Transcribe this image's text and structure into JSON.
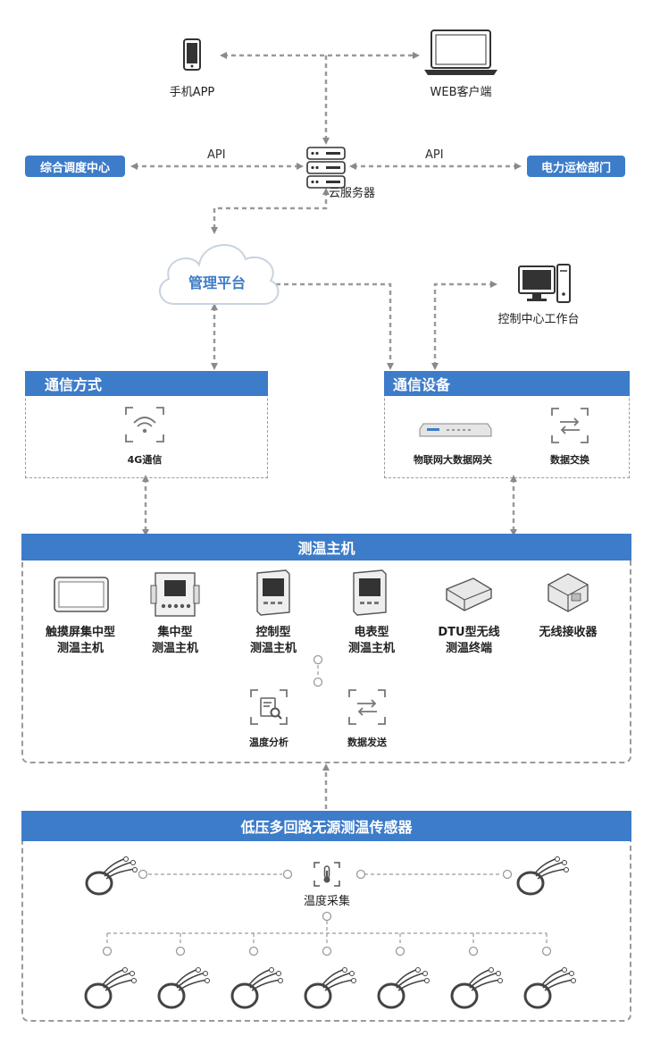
{
  "top": {
    "mobile": "手机APP",
    "web": "WEB客户端",
    "server": "云服务器",
    "left_center": "综合调度中心",
    "right_center": "电力运检部门",
    "api_left": "API",
    "api_right": "API",
    "platform": "管理平台",
    "workstation": "控制中心工作台"
  },
  "comm_method": {
    "title": "通信方式",
    "item": "4G通信"
  },
  "comm_device": {
    "title": "通信设备",
    "items": [
      "物联网大数据网关",
      "数据交换"
    ]
  },
  "host": {
    "title": "测温主机",
    "devices": [
      {
        "line1": "触摸屏集中型",
        "line2": "测温主机"
      },
      {
        "line1": "集中型",
        "line2": "测温主机"
      },
      {
        "line1": "控制型",
        "line2": "测温主机"
      },
      {
        "line1": "电表型",
        "line2": "测温主机"
      },
      {
        "line1": "DTU型无线",
        "line2": "测温终端"
      },
      {
        "line1": "无线接收器",
        "line2": ""
      }
    ],
    "functions": [
      "温度分析",
      "数据发送"
    ]
  },
  "sensors": {
    "title": "低压多回路无源测温传感器",
    "center": "温度采集"
  },
  "colors": {
    "accent": "#3d7cc9",
    "dash": "#9a9a9a"
  }
}
